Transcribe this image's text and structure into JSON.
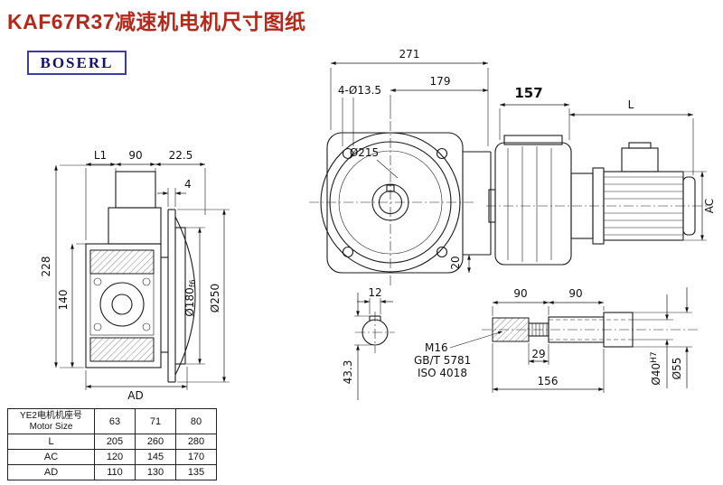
{
  "header": {
    "title": "KAF67R37减速机电机尺寸图纸",
    "logo": "BOSERL"
  },
  "drawing": {
    "front_view": {
      "dim_width_total": "271",
      "dim_width_flange": "179",
      "holes_label": "4-Ø13.5",
      "circle_label": "Ø215",
      "dim_step": "20"
    },
    "side_view": {
      "dim_l1": "L1",
      "dim_90": "90",
      "dim_22_5": "22.5",
      "dim_4": "4",
      "dim_228": "228",
      "dim_140": "140",
      "dim_ad": "AD",
      "bore_dia": "Ø180",
      "bore_fit": "f6",
      "flange_dia": "Ø250"
    },
    "motor_view": {
      "dim_157": "157",
      "dim_l": "L",
      "dim_ac": "AC"
    },
    "end_view": {
      "dim_12": "12",
      "dim_43_3": "43.3"
    },
    "shaft_detail": {
      "dim_90_left": "90",
      "dim_90_right": "90",
      "thread_label": "M16",
      "standard_1": "GB/T 5781",
      "standard_2": "ISO 4018",
      "dim_29": "29",
      "dim_156": "156",
      "bore_dia": "Ø40",
      "bore_fit": "H7",
      "outer_dia": "Ø55"
    }
  },
  "spec_table": {
    "header_cn": "YE2电机机座号",
    "header_en": "Motor Size",
    "sizes": [
      "63",
      "71",
      "80"
    ],
    "rows": [
      {
        "label": "L",
        "values": [
          "205",
          "260",
          "280"
        ]
      },
      {
        "label": "AC",
        "values": [
          "120",
          "145",
          "170"
        ]
      },
      {
        "label": "AD",
        "values": [
          "110",
          "130",
          "135"
        ]
      }
    ]
  }
}
